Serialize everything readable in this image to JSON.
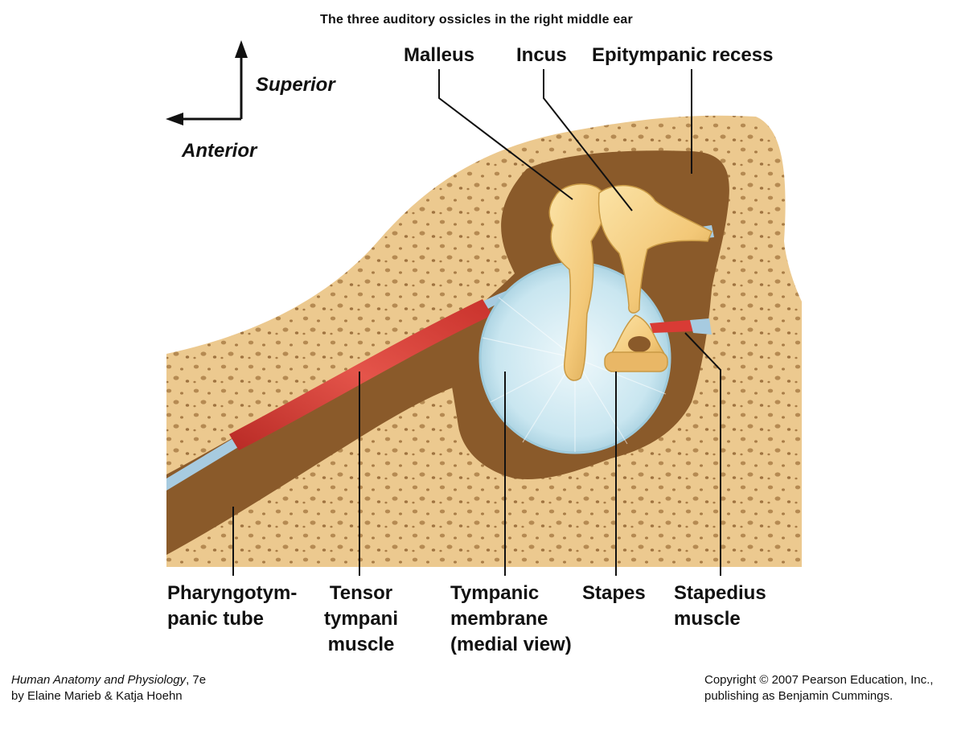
{
  "title": "The three auditory ossicles in the right middle ear",
  "directions": {
    "superior": "Superior",
    "anterior": "Anterior"
  },
  "labels": {
    "malleus": "Malleus",
    "incus": "Incus",
    "epitympanic": "Epitympanic recess",
    "pharyngo_1": "Pharyngotym-",
    "pharyngo_2": "panic tube",
    "tensor_1": "Tensor",
    "tensor_2": "tympani",
    "tensor_3": "muscle",
    "tympanic_1": "Tympanic",
    "tympanic_2": "membrane",
    "tympanic_3": "(medial view)",
    "stapes": "Stapes",
    "stapedius_1": "Stapedius",
    "stapedius_2": "muscle"
  },
  "footer": {
    "book_title": "Human Anatomy and Physiology",
    "edition": ", 7e",
    "authors": "by Elaine Marieb & Katja Hoehn",
    "copyright": "Copyright © 2007 Pearson Education, Inc.,",
    "publisher": "publishing as Benjamin Cummings."
  },
  "colors": {
    "bone": "#ecc98f",
    "bone_pores": "#b58a52",
    "cavity": "#8a5a2a",
    "cavity_dark": "#6b4219",
    "membrane": "#c9e6f0",
    "membrane_rim": "#9fcbdc",
    "muscle": "#d93b35",
    "tendon": "#a7cbe0",
    "ossicle": "#f3c878",
    "ossicle_shade": "#c99a45",
    "leader": "#111111"
  }
}
